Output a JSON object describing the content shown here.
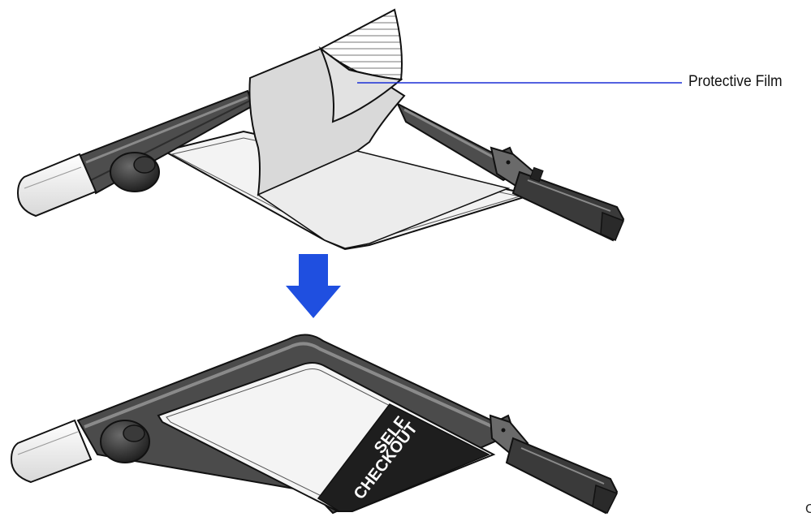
{
  "callout": {
    "label": "Protective Film"
  },
  "decal": {
    "line1": "SELF",
    "line2": "CHECKOUT"
  },
  "corner_mark": "C",
  "colors": {
    "arrow": "#1f4fe0",
    "leader_line": "#1a2fd6",
    "frame_dark": "#4a4a4a",
    "frame_mid": "#7a7a7a",
    "glass": "#f2f2f2",
    "film": "#dcdcdc",
    "decal_bg": "#1e1e1e",
    "decal_text": "#ffffff"
  }
}
